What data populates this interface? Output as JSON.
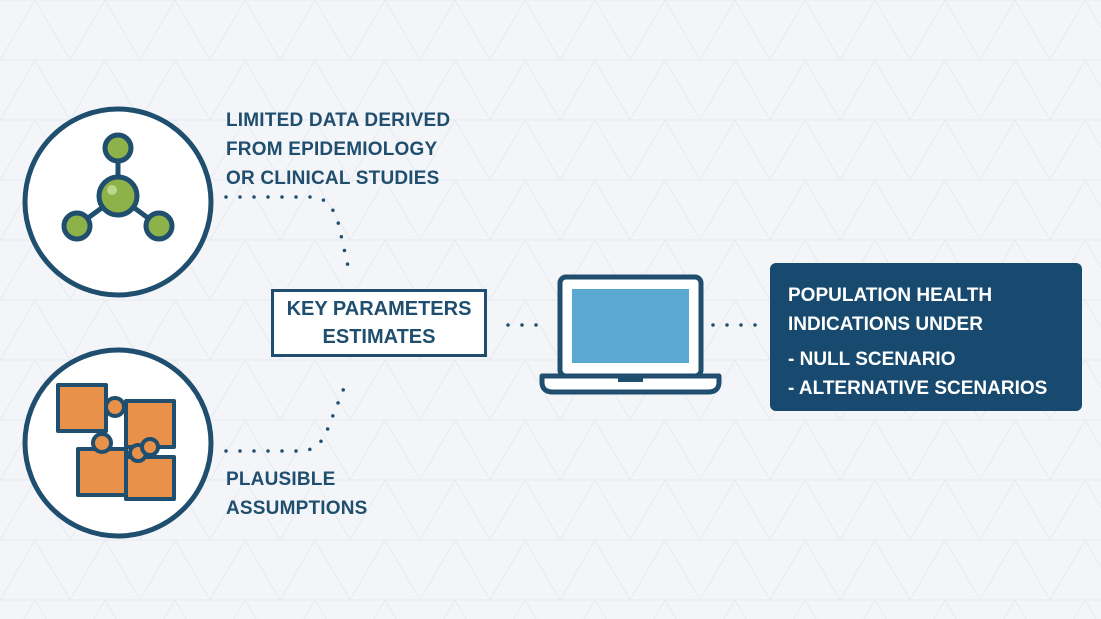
{
  "inputs": {
    "data_source": {
      "lines": [
        "LIMITED DATA DERIVED",
        "FROM EPIDEMIOLOGY",
        "OR CLINICAL STUDIES"
      ],
      "icon": "molecule-icon"
    },
    "assumptions": {
      "lines": [
        "PLAUSIBLE",
        "ASSUMPTIONS"
      ],
      "icon": "puzzle-icon"
    }
  },
  "center": {
    "lines": [
      "KEY PARAMETERS",
      "ESTIMATES"
    ]
  },
  "model": {
    "icon": "laptop-icon"
  },
  "output": {
    "heading_lines": [
      "POPULATION HEALTH",
      "INDICATIONS UNDER"
    ],
    "items": [
      "- NULL SCENARIO",
      "- ALTERNATIVE SCENARIOS"
    ]
  },
  "colors": {
    "navy": "#1f4e6e",
    "output_box": "#174a6e",
    "green": "#8db24a",
    "orange": "#e7914b",
    "screen_blue": "#5aa9d2",
    "background": "#f3f5f8"
  }
}
